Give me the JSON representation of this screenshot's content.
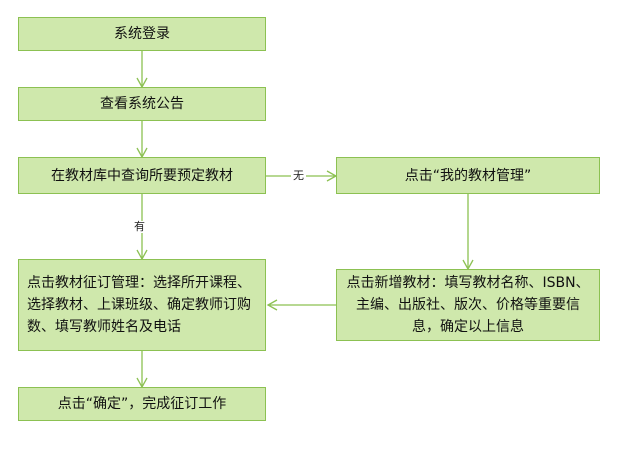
{
  "flowchart": {
    "nodes": {
      "login": "系统登录",
      "announcement": "查看系统公告",
      "search": "在教材库中查询所要预定教材",
      "my_materials": "点击“我的教材管理”",
      "add_material": "点击新增教材：填写教材名称、ISBN、主编、出版社、版次、价格等重要信息，确定以上信息",
      "order_manage": "点击教材征订管理：选择所开课程、选择教材、上课班级、确定教师订购数、填写教师姓名及电话",
      "confirm": "点击“确定”，完成征订工作"
    },
    "edge_labels": {
      "not_found": "无",
      "found": "有"
    }
  },
  "colors": {
    "box_fill": "#cfe8ac",
    "box_border": "#8cc152",
    "arrow": "#8cc152"
  }
}
